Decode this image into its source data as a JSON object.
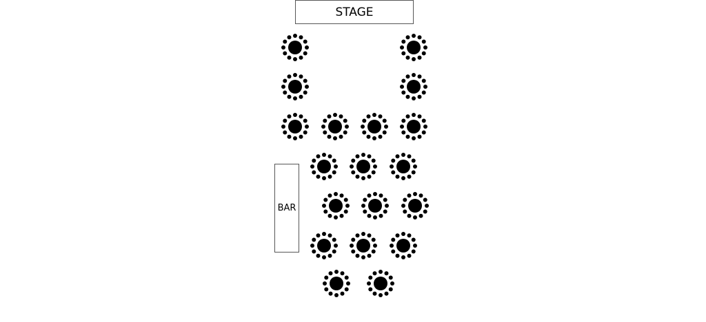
{
  "stage": {
    "label": "STAGE"
  },
  "bar": {
    "label": "BAR"
  },
  "colors": {
    "table": "#000000",
    "outline": "#555555",
    "background": "#ffffff"
  },
  "table_icon": "round-table-with-chairs-icon",
  "table_rows": [
    {
      "row": 1,
      "tables": 2
    },
    {
      "row": 2,
      "tables": 2
    },
    {
      "row": 3,
      "tables": 4
    },
    {
      "row": 4,
      "tables": 3
    },
    {
      "row": 5,
      "tables": 3
    },
    {
      "row": 6,
      "tables": 3
    },
    {
      "row": 7,
      "tables": 2
    }
  ]
}
